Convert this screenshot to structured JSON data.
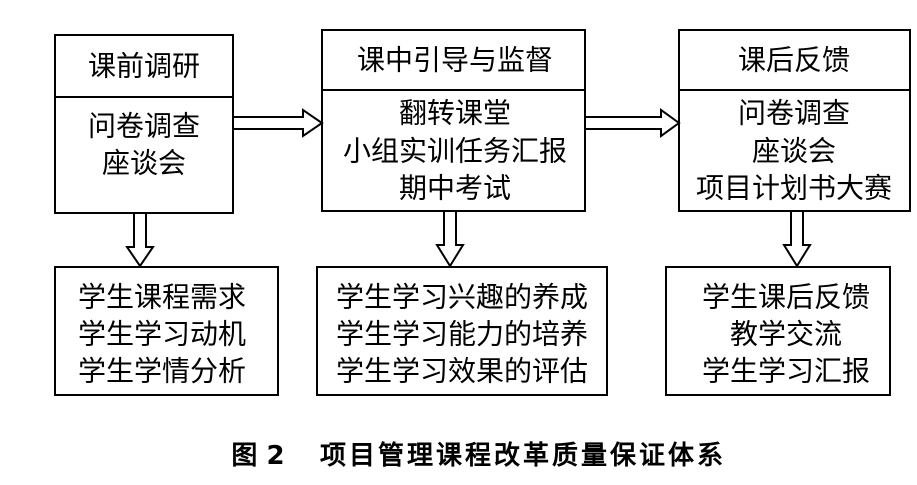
{
  "stages": [
    {
      "title": "课前调研",
      "methods": [
        "问卷调查",
        "座谈会"
      ],
      "outcomes": [
        "学生课程需求",
        "学生学习动机",
        "学生学情分析"
      ]
    },
    {
      "title": "课中引导与监督",
      "methods": [
        "翻转课堂",
        "小组实训任务汇报",
        "期中考试"
      ],
      "outcomes": [
        "学生学习兴趣的养成",
        "学生学习能力的培养",
        "学生学习效果的评估"
      ]
    },
    {
      "title": "课后反馈",
      "methods": [
        "问卷调查",
        "座谈会",
        "项目计划书大赛"
      ],
      "outcomes": [
        "学生课后反馈",
        "教学交流",
        "学生学习汇报"
      ]
    }
  ],
  "caption": {
    "label": "图 2",
    "text": "项目管理课程改革质量保证体系"
  }
}
